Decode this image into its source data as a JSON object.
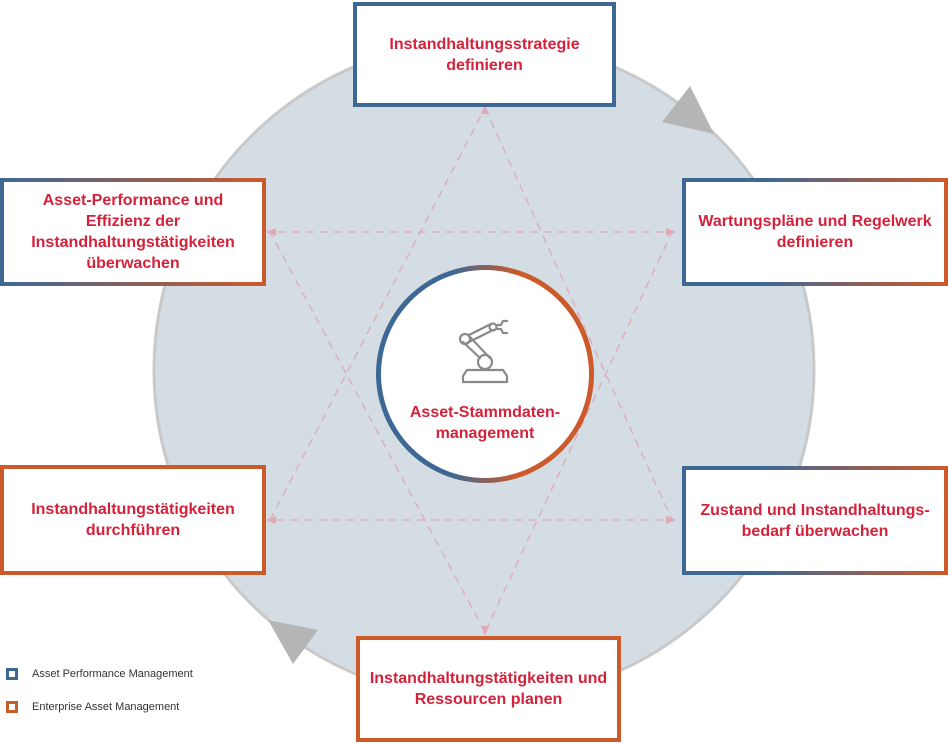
{
  "center": {
    "label": "Asset-Stammdaten-\nmanagement",
    "icon": "robot-arm-icon"
  },
  "steps": [
    {
      "id": "top",
      "label": "Instandhaltungsstrategie definieren"
    },
    {
      "id": "top-right",
      "label": "Wartungspläne und Regelwerk definieren"
    },
    {
      "id": "bottom-right",
      "label": "Zustand und Instandhaltungs-bedarf überwachen"
    },
    {
      "id": "bottom",
      "label": "Instandhaltungstätigkeiten und Ressourcen planen"
    },
    {
      "id": "bottom-left",
      "label": "Instandhaltungstätigkeiten durchführen"
    },
    {
      "id": "top-left",
      "label": "Asset-Performance und Effizienz der Instandhaltungstätigkeiten überwachen"
    }
  ],
  "legend": [
    {
      "label": "Asset Performance Management",
      "color": "#3e6894"
    },
    {
      "label": "Enterprise Asset Management",
      "color": "#cc5a2a"
    }
  ],
  "colors": {
    "blue": "#3e6894",
    "orange": "#cc5a2a",
    "text": "#d4223b",
    "circle": "#d3dde3"
  }
}
